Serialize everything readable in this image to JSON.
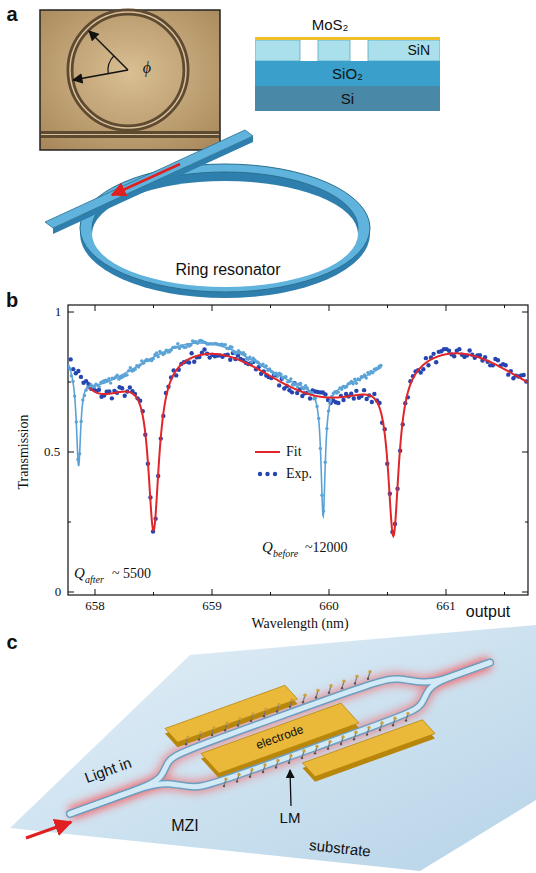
{
  "diagram": {
    "nodes": [
      {
        "text": [
          "SiN"
        ]
      },
      {
        "text": [
          "SiO₂"
        ]
      },
      {
        "text": [
          "Si"
        ]
      }
    ],
    "labels": [
      "a",
      "MoS₂",
      "ϕ",
      "Ring resonator",
      "b",
      "1",
      "0.5",
      "0",
      "658",
      "659",
      "660",
      "661",
      "Transmission",
      "Wavelength (nm)",
      "Q",
      "after",
      "~ 5500",
      "Q",
      "before",
      "~12000",
      "c",
      "output",
      "electrode",
      "Light in",
      "MZI",
      "LM",
      "substrate"
    ],
    "legend": [
      {
        "text": "Fit"
      },
      {
        "text": "Exp."
      }
    ]
  }
}
